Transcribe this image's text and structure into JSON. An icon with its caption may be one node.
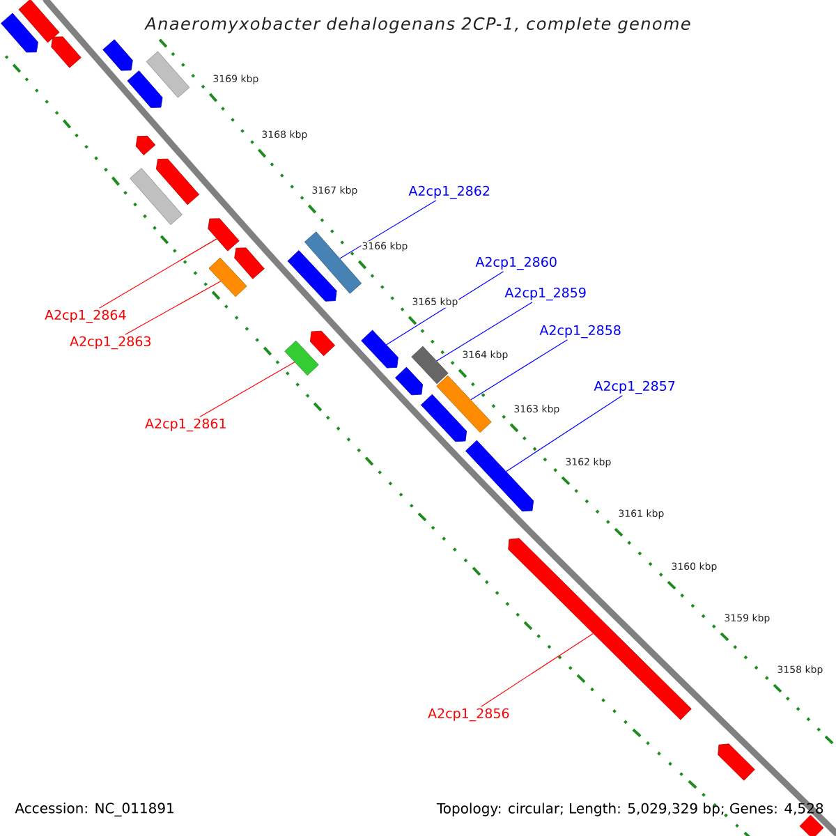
{
  "diagram": {
    "title": "Anaeromyxobacter dehalogenans 2CP-1, complete genome",
    "nodes": [
      {
        "text": [],
        "shape": "bar"
      },
      {
        "text": [],
        "shape": "bar"
      },
      {
        "text": [],
        "shape": "bar"
      },
      {
        "text": [],
        "shape": "bar"
      },
      {
        "text": [],
        "shape": "bar"
      },
      {
        "text": [],
        "shape": "bar"
      },
      {
        "text": [],
        "shape": "bar"
      },
      {
        "text": [],
        "shape": "bar"
      },
      {
        "text": [],
        "shape": "bar"
      },
      {
        "text": [
          "A2cp1_2862"
        ]
      },
      {
        "text": [],
        "shape": "bar"
      },
      {
        "text": [],
        "shape": "bar"
      },
      {
        "text": [],
        "shape": "bar"
      },
      {
        "text": [
          "A2cp1_2860"
        ]
      },
      {
        "text": [],
        "shape": "bar"
      },
      {
        "text": [],
        "shape": "bar"
      },
      {
        "text": [
          "A2cp1_2859"
        ]
      },
      {
        "text": [
          "A2cp1_2864"
        ]
      },
      {
        "text": [
          "A2cp1_2858"
        ]
      },
      {
        "text": [],
        "shape": "bar"
      },
      {
        "text": [],
        "shape": "bar"
      },
      {
        "text": [
          "A2cp1_2863"
        ]
      },
      {
        "text": [],
        "shape": "bar"
      },
      {
        "text": [],
        "shape": "bar"
      },
      {
        "text": [],
        "shape": "bar"
      },
      {
        "text": [
          "A2cp1_2857"
        ]
      },
      {
        "text": [],
        "shape": "bar"
      },
      {
        "text": [],
        "shape": "bar"
      },
      {
        "text": [
          "A2cp1_2861"
        ]
      },
      {
        "text": [],
        "shape": "bar"
      },
      {
        "text": [],
        "shape": "bar"
      },
      {
        "text": [
          "A2cp1_2856"
        ]
      },
      {
        "text": [],
        "shape": "bar"
      },
      {
        "text": [],
        "shape": "bar"
      }
    ],
    "edges": [
      {
        "from": 9,
        "to": 12,
        "arrow": "none"
      },
      {
        "from": 13,
        "to": 20,
        "arrow": "none"
      },
      {
        "from": 16,
        "to": 23,
        "arrow": "none"
      },
      {
        "from": 18,
        "to": 26,
        "arrow": "none"
      },
      {
        "from": 25,
        "to": 29,
        "arrow": "none"
      },
      {
        "from": 17,
        "to": 10,
        "arrow": "none",
        "color": "#ff0000"
      },
      {
        "from": 21,
        "to": 15,
        "arrow": "none",
        "color": "#ff0000"
      },
      {
        "from": 28,
        "to": 22,
        "arrow": "none",
        "color": "#ff0000"
      },
      {
        "from": 31,
        "to": 30,
        "arrow": "none",
        "color": "#ff0000"
      }
    ],
    "labels": [
      "3169 kbp",
      "3168 kbp",
      "3167 kbp",
      "3166 kbp",
      "3165 kbp",
      "3164 kbp",
      "3163 kbp",
      "3162 kbp",
      "3161 kbp",
      "3160 kbp",
      "3159 kbp",
      "3158 kbp",
      "Accession: NC_011891",
      "Topology: circular; Length: 5,029,329 bp; Genes: 4,528"
    ]
  }
}
